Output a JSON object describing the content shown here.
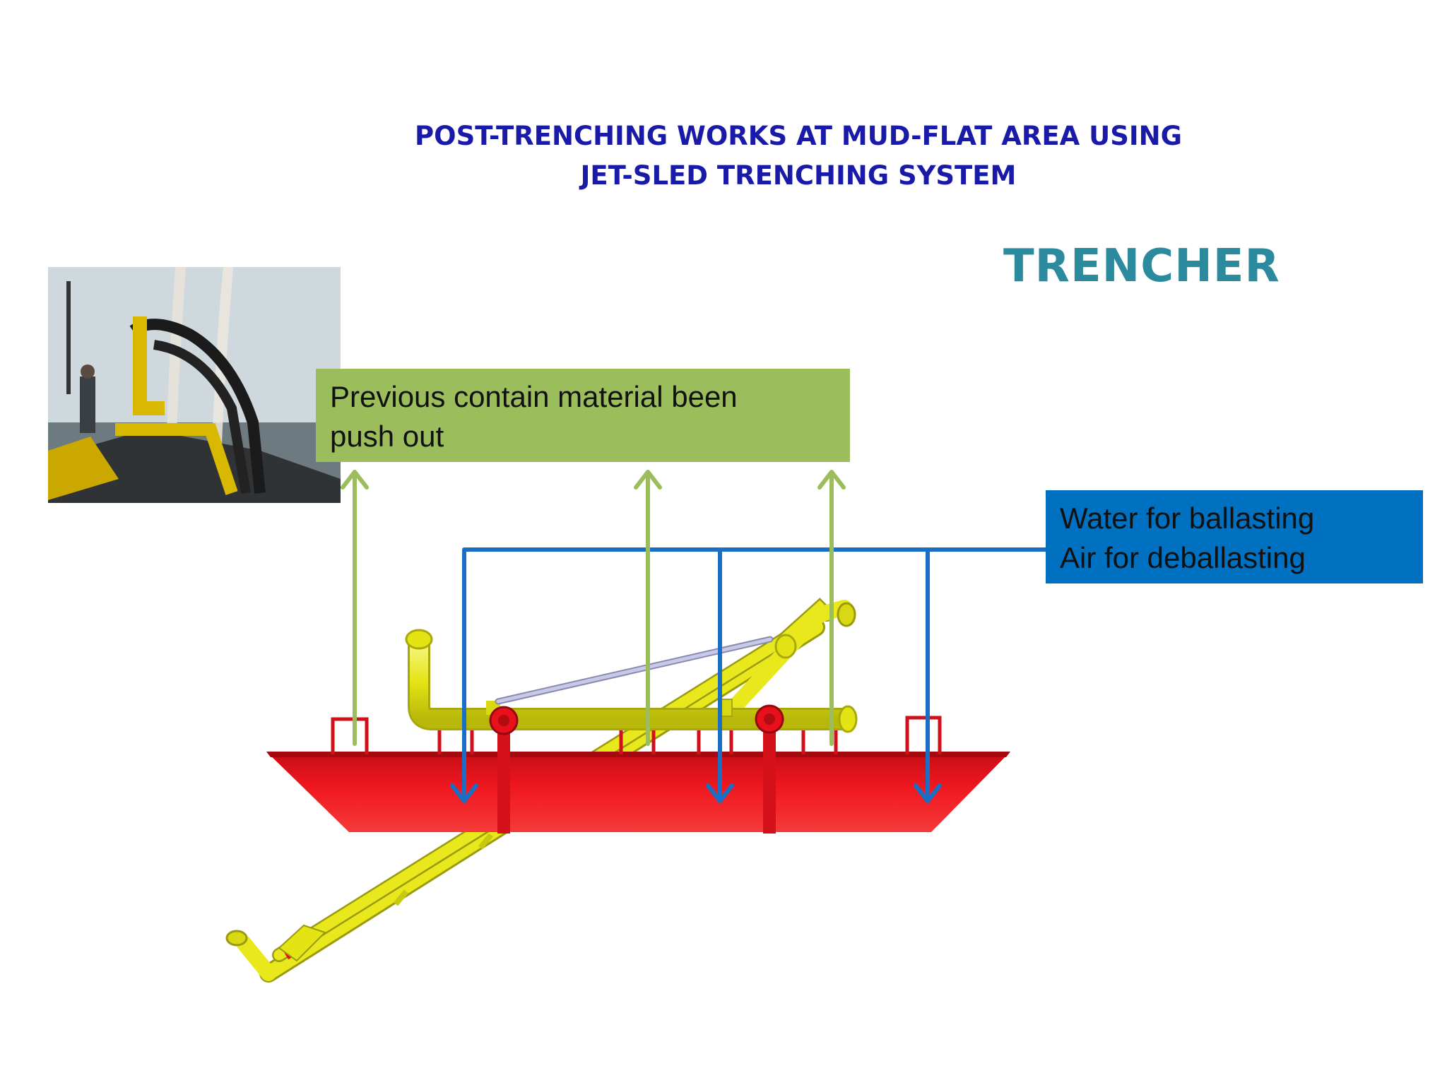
{
  "title": {
    "line1": "POST-TRENCHING WORKS AT MUD-FLAT AREA USING",
    "line2": "JET-SLED TRENCHING  SYSTEM"
  },
  "subtitle": "TRENCHER",
  "labels": {
    "outflow": {
      "line1": "Previous contain material been",
      "line2": "push out"
    },
    "inflow": {
      "line1": "Water for ballasting",
      "line2": "Air for deballasting"
    }
  },
  "colors": {
    "title": "#1a1aa8",
    "subtitle": "#2b8a9e",
    "green": "#9bbd5c",
    "blue": "#0070c0",
    "sled_red": "#e8101a",
    "pipe_yellow": "#e6e61a"
  }
}
